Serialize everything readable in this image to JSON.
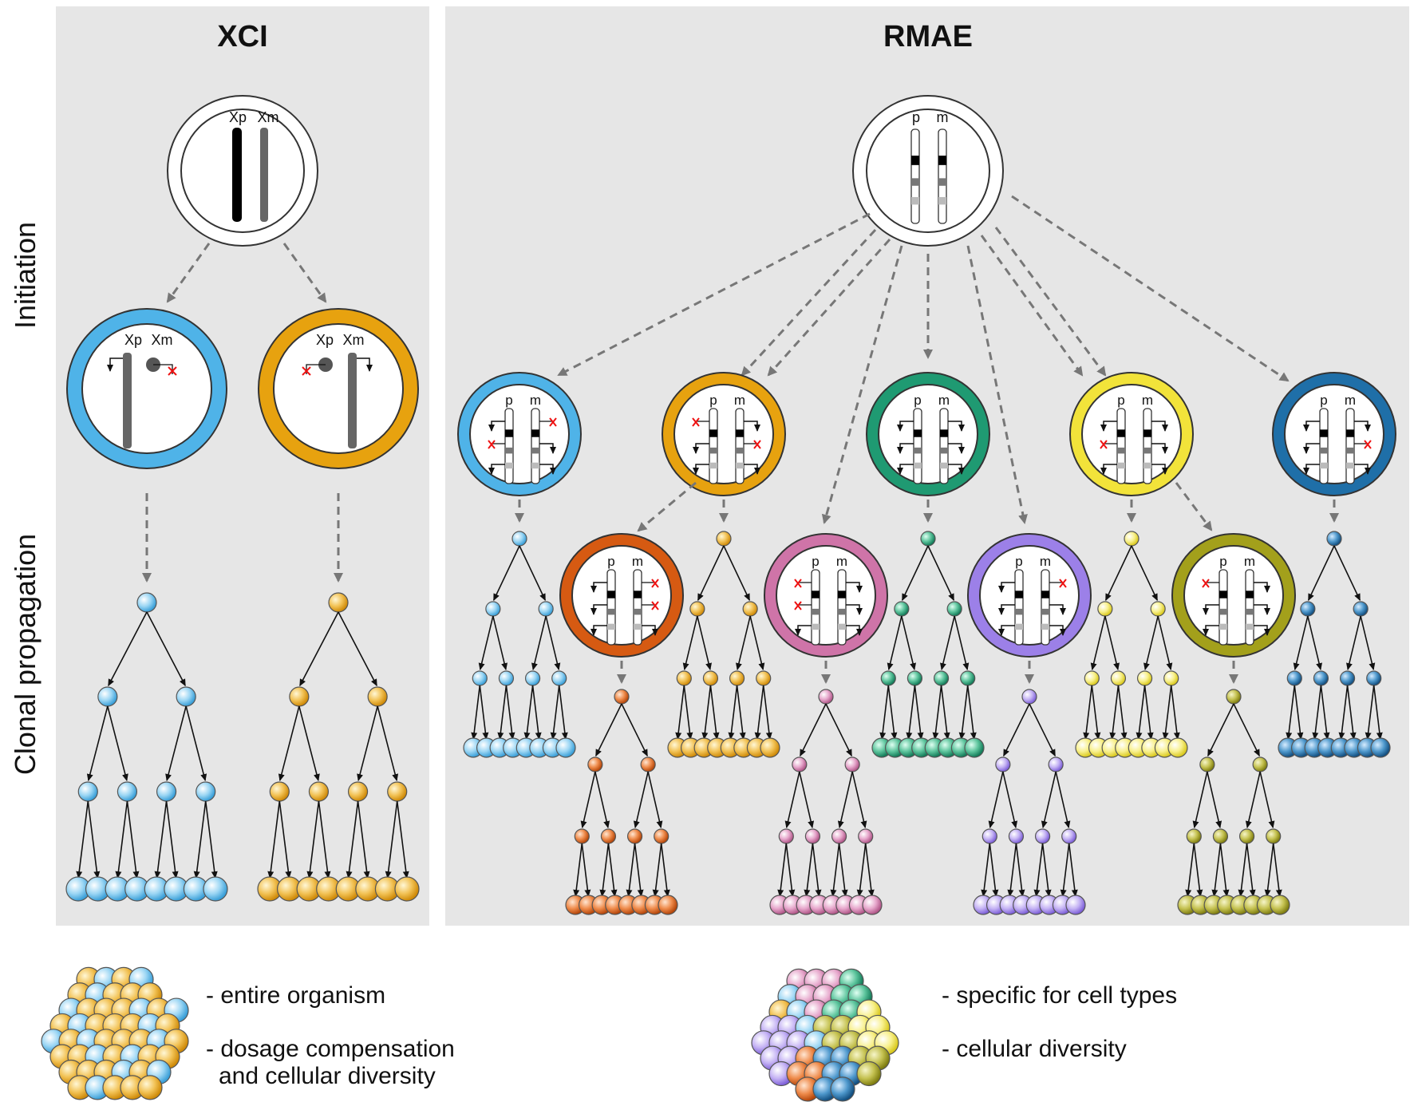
{
  "panels": {
    "xci": {
      "title": "XCI"
    },
    "rmae": {
      "title": "RMAE"
    }
  },
  "axis_labels": {
    "initiation": "Initiation",
    "clonal": "Clonal propagation"
  },
  "chromosome_labels": {
    "xp": "Xp",
    "xm": "Xm",
    "p": "p",
    "m": "m"
  },
  "legend": {
    "xci": {
      "line1": "- entire organism",
      "line2": "- dosage compensation",
      "line3": "and cellular diversity"
    },
    "rmae": {
      "line1": "- specific for cell types",
      "line2": "- cellular diversity"
    }
  },
  "colors": {
    "blue": "#4fb3e8",
    "orange": "#e7a20f",
    "green": "#1f9a72",
    "yellow": "#f2e33a",
    "darkblue": "#1f6fa8",
    "redorange": "#d65a12",
    "pink": "#cf74a8",
    "purple": "#9c80e8",
    "olive": "#a3a01b",
    "panel_bg": "#e6e6e6"
  }
}
